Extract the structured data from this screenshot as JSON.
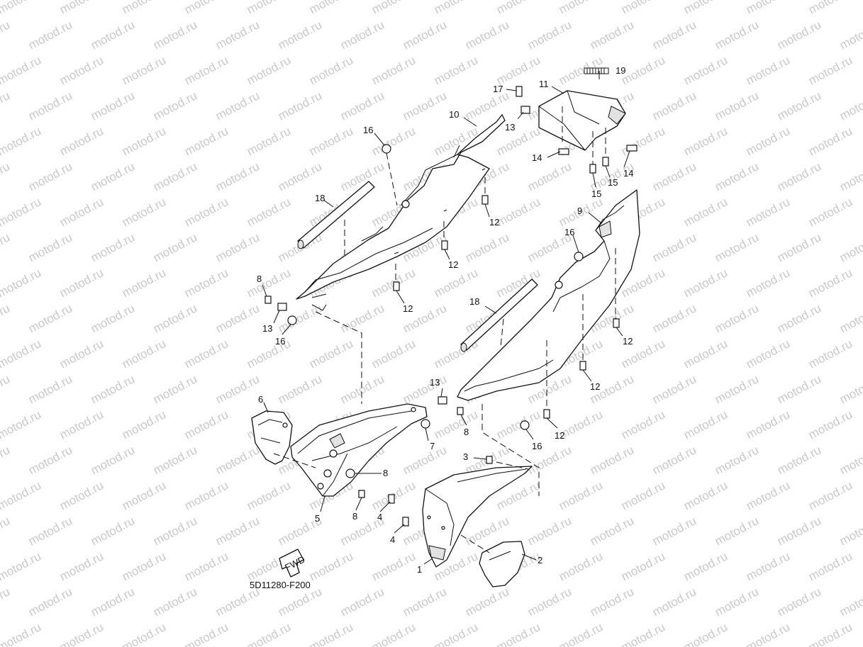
{
  "watermark": "motod.ru",
  "diagram_code": "5D11280-F200",
  "fwd_label": "FWD",
  "callouts": [
    {
      "id": "c19",
      "label": "19"
    },
    {
      "id": "c17",
      "label": "17"
    },
    {
      "id": "c11",
      "label": "11"
    },
    {
      "id": "c13a",
      "label": "13"
    },
    {
      "id": "c14a",
      "label": "14"
    },
    {
      "id": "c14b",
      "label": "14"
    },
    {
      "id": "c15a",
      "label": "15"
    },
    {
      "id": "c15b",
      "label": "15"
    },
    {
      "id": "c10",
      "label": "10"
    },
    {
      "id": "c16a",
      "label": "16"
    },
    {
      "id": "c12a",
      "label": "12"
    },
    {
      "id": "c18a",
      "label": "18"
    },
    {
      "id": "c12b",
      "label": "12"
    },
    {
      "id": "c9",
      "label": "9"
    },
    {
      "id": "c16b",
      "label": "16"
    },
    {
      "id": "c8a",
      "label": "8"
    },
    {
      "id": "c12c",
      "label": "12"
    },
    {
      "id": "c13b",
      "label": "13"
    },
    {
      "id": "c16c",
      "label": "16"
    },
    {
      "id": "c18b",
      "label": "18"
    },
    {
      "id": "c12d",
      "label": "12"
    },
    {
      "id": "c12e",
      "label": "12"
    },
    {
      "id": "c13c",
      "label": "13"
    },
    {
      "id": "c6",
      "label": "6"
    },
    {
      "id": "c8b",
      "label": "8"
    },
    {
      "id": "c7",
      "label": "7"
    },
    {
      "id": "c16d",
      "label": "16"
    },
    {
      "id": "c12f",
      "label": "12"
    },
    {
      "id": "c3",
      "label": "3"
    },
    {
      "id": "c8c",
      "label": "8"
    },
    {
      "id": "c8d",
      "label": "8"
    },
    {
      "id": "c5",
      "label": "5"
    },
    {
      "id": "c4a",
      "label": "4"
    },
    {
      "id": "c4b",
      "label": "4"
    },
    {
      "id": "c2",
      "label": "2"
    },
    {
      "id": "c1",
      "label": "1"
    }
  ]
}
